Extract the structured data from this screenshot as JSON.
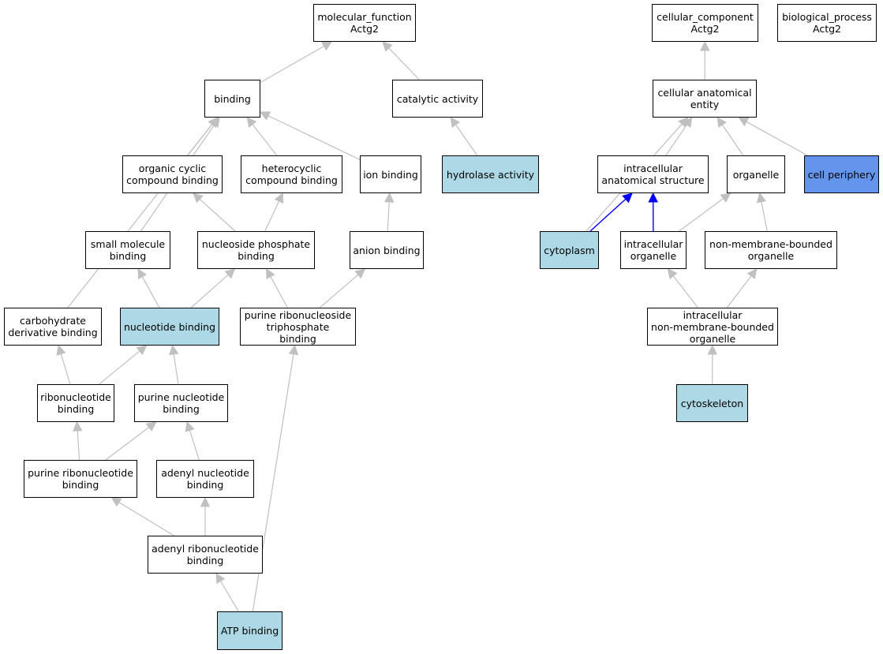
{
  "colors": {
    "edge": "#c0c0c0",
    "edge_highlight": "#0000ff",
    "node_highlight": "#add8e6",
    "node_highlight_strong": "#6495ed",
    "node_default": "#ffffff"
  },
  "nodes": {
    "mf": {
      "label": "molecular_function\nActg2",
      "fill": "default"
    },
    "cc": {
      "label": "cellular_component\nActg2",
      "fill": "default"
    },
    "bp": {
      "label": "biological_process\nActg2",
      "fill": "default"
    },
    "binding": {
      "label": "binding",
      "fill": "default"
    },
    "catalytic": {
      "label": "catalytic activity",
      "fill": "default"
    },
    "cae": {
      "label": "cellular anatomical\nentity",
      "fill": "default"
    },
    "organic": {
      "label": "organic cyclic\ncompound binding",
      "fill": "default"
    },
    "hetero": {
      "label": "heterocyclic\ncompound binding",
      "fill": "default"
    },
    "ion": {
      "label": "ion binding",
      "fill": "default"
    },
    "hydrolase": {
      "label": "hydrolase activity",
      "fill": "highlight"
    },
    "ias": {
      "label": "intracellular\nanatomical structure",
      "fill": "default"
    },
    "organelle": {
      "label": "organelle",
      "fill": "default"
    },
    "periphery": {
      "label": "cell periphery",
      "fill": "highlight_strong"
    },
    "smallmol": {
      "label": "small molecule\nbinding",
      "fill": "default"
    },
    "nucphos": {
      "label": "nucleoside phosphate\nbinding",
      "fill": "default"
    },
    "anion": {
      "label": "anion binding",
      "fill": "default"
    },
    "cytoplasm": {
      "label": "cytoplasm",
      "fill": "highlight"
    },
    "intorg": {
      "label": "intracellular\norganelle",
      "fill": "default"
    },
    "nmbo": {
      "label": "non-membrane-bounded\norganelle",
      "fill": "default"
    },
    "carb": {
      "label": "carbohydrate\nderivative binding",
      "fill": "default"
    },
    "nucleotide": {
      "label": "nucleotide binding",
      "fill": "highlight"
    },
    "prtp": {
      "label": "purine ribonucleoside\ntriphosphate\nbinding",
      "fill": "default"
    },
    "inmbo": {
      "label": "intracellular\nnon-membrane-bounded\norganelle",
      "fill": "default"
    },
    "ribonuc": {
      "label": "ribonucleotide\nbinding",
      "fill": "default"
    },
    "purnuc": {
      "label": "purine nucleotide\nbinding",
      "fill": "default"
    },
    "cytoskeleton": {
      "label": "cytoskeleton",
      "fill": "highlight"
    },
    "purribo": {
      "label": "purine ribonucleotide\nbinding",
      "fill": "default"
    },
    "adenyl": {
      "label": "adenyl nucleotide\nbinding",
      "fill": "default"
    },
    "adenylribo": {
      "label": "adenyl ribonucleotide\nbinding",
      "fill": "default"
    },
    "atp": {
      "label": "ATP binding",
      "fill": "highlight"
    }
  },
  "edges": [
    {
      "from": "binding",
      "to": "mf",
      "highlight": false
    },
    {
      "from": "catalytic",
      "to": "mf",
      "highlight": false
    },
    {
      "from": "cae",
      "to": "cc",
      "highlight": false
    },
    {
      "from": "organic",
      "to": "binding",
      "highlight": false
    },
    {
      "from": "hetero",
      "to": "binding",
      "highlight": false
    },
    {
      "from": "ion",
      "to": "binding",
      "highlight": false
    },
    {
      "from": "smallmol",
      "to": "binding",
      "highlight": false
    },
    {
      "from": "carb",
      "to": "binding",
      "highlight": false
    },
    {
      "from": "hydrolase",
      "to": "catalytic",
      "highlight": false
    },
    {
      "from": "ias",
      "to": "cae",
      "highlight": false
    },
    {
      "from": "organelle",
      "to": "cae",
      "highlight": false
    },
    {
      "from": "periphery",
      "to": "cae",
      "highlight": false
    },
    {
      "from": "cytoplasm",
      "to": "cae",
      "highlight": false
    },
    {
      "from": "nucphos",
      "to": "organic",
      "highlight": false
    },
    {
      "from": "nucphos",
      "to": "hetero",
      "highlight": false
    },
    {
      "from": "anion",
      "to": "ion",
      "highlight": false
    },
    {
      "from": "cytoplasm",
      "to": "ias",
      "highlight": true
    },
    {
      "from": "intorg",
      "to": "ias",
      "highlight": true
    },
    {
      "from": "intorg",
      "to": "organelle",
      "highlight": false
    },
    {
      "from": "nmbo",
      "to": "organelle",
      "highlight": false
    },
    {
      "from": "nucleotide",
      "to": "smallmol",
      "highlight": false
    },
    {
      "from": "nucleotide",
      "to": "nucphos",
      "highlight": false
    },
    {
      "from": "prtp",
      "to": "nucphos",
      "highlight": false
    },
    {
      "from": "prtp",
      "to": "anion",
      "highlight": false
    },
    {
      "from": "inmbo",
      "to": "intorg",
      "highlight": false
    },
    {
      "from": "inmbo",
      "to": "nmbo",
      "highlight": false
    },
    {
      "from": "ribonuc",
      "to": "carb",
      "highlight": false
    },
    {
      "from": "ribonuc",
      "to": "nucleotide",
      "highlight": false
    },
    {
      "from": "purnuc",
      "to": "nucleotide",
      "highlight": false
    },
    {
      "from": "cytoskeleton",
      "to": "inmbo",
      "highlight": false
    },
    {
      "from": "purribo",
      "to": "ribonuc",
      "highlight": false
    },
    {
      "from": "purribo",
      "to": "purnuc",
      "highlight": false
    },
    {
      "from": "adenyl",
      "to": "purnuc",
      "highlight": false
    },
    {
      "from": "adenylribo",
      "to": "purribo",
      "highlight": false
    },
    {
      "from": "adenylribo",
      "to": "adenyl",
      "highlight": false
    },
    {
      "from": "atp",
      "to": "adenylribo",
      "highlight": false
    },
    {
      "from": "atp",
      "to": "prtp",
      "highlight": false
    }
  ]
}
